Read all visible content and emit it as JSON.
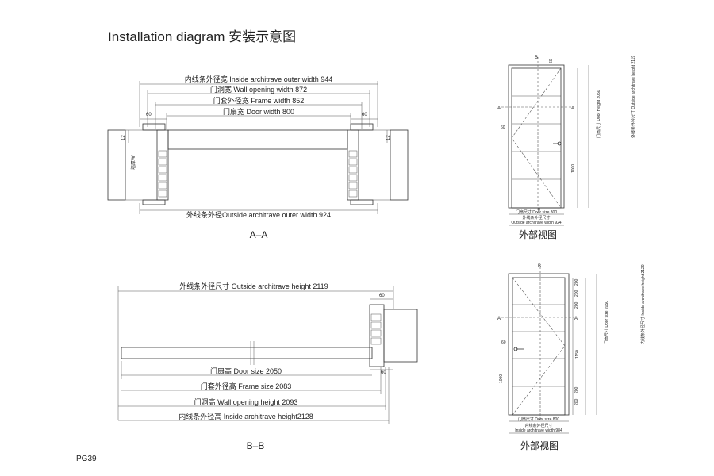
{
  "title": "Installation diagram 安装示意图",
  "page_code": "PG39",
  "section_aa": {
    "caption": "A–A",
    "dims": {
      "inside_architrave": "内线条外径宽  Inside architrave outer width 944",
      "wall_opening": "门洞宽  Wall opening width  872",
      "frame": "门套外径宽  Frame width 852",
      "door": "门扇宽  Door width 800",
      "outside_architrave": "外线条外径Outside architrave outer width 924"
    },
    "left_60": "60",
    "right_60": "60",
    "left_12": "12",
    "right_12": "12",
    "wall_label": "墙厚W"
  },
  "section_bb": {
    "caption": "B–B",
    "dims": {
      "outside_height": "外线条外径尺寸  Outside architrave height 2119",
      "door_size": "门扇高  Door size 2050",
      "frame_size": "门套外径高  Frame size 2083",
      "wall_height": "门洞高  Wall opening height 2093",
      "inside_height": "内线条外径高  Inside architrave height2128"
    },
    "top_60": "60",
    "bottom_60": "60"
  },
  "exterior_view": {
    "caption": "外部视图",
    "b_label": "B",
    "a_left": "A",
    "a_right": "A",
    "top_60": "60",
    "left_60": "60",
    "door_height": "门扇尺寸  Door Height 2050",
    "outside_height": "外线条外径尺寸  Outside architrave height 2119",
    "dim_1000": "1000",
    "dim_8": "8",
    "bottom_1": "门扇尺寸  Door size 800",
    "bottom_2": "外线条外径尺寸",
    "bottom_3": "Outside architrave width 924"
  },
  "interior_view": {
    "caption": "外部视图",
    "b_label": "B",
    "a_left": "A",
    "a_right": "A",
    "left_60": "60",
    "dim_1000": "1000",
    "dims_right": [
      "200",
      "200",
      "200",
      "1150",
      "200",
      "200"
    ],
    "door_size": "门扇尺寸  Door size 2050",
    "inside_height": "内线条外径尺寸  Inside architrave height 2129",
    "bottom_1": "门扇尺寸  Door size 800",
    "bottom_2": "内线条外径尺寸",
    "bottom_3": "Inside architrave width 984"
  }
}
